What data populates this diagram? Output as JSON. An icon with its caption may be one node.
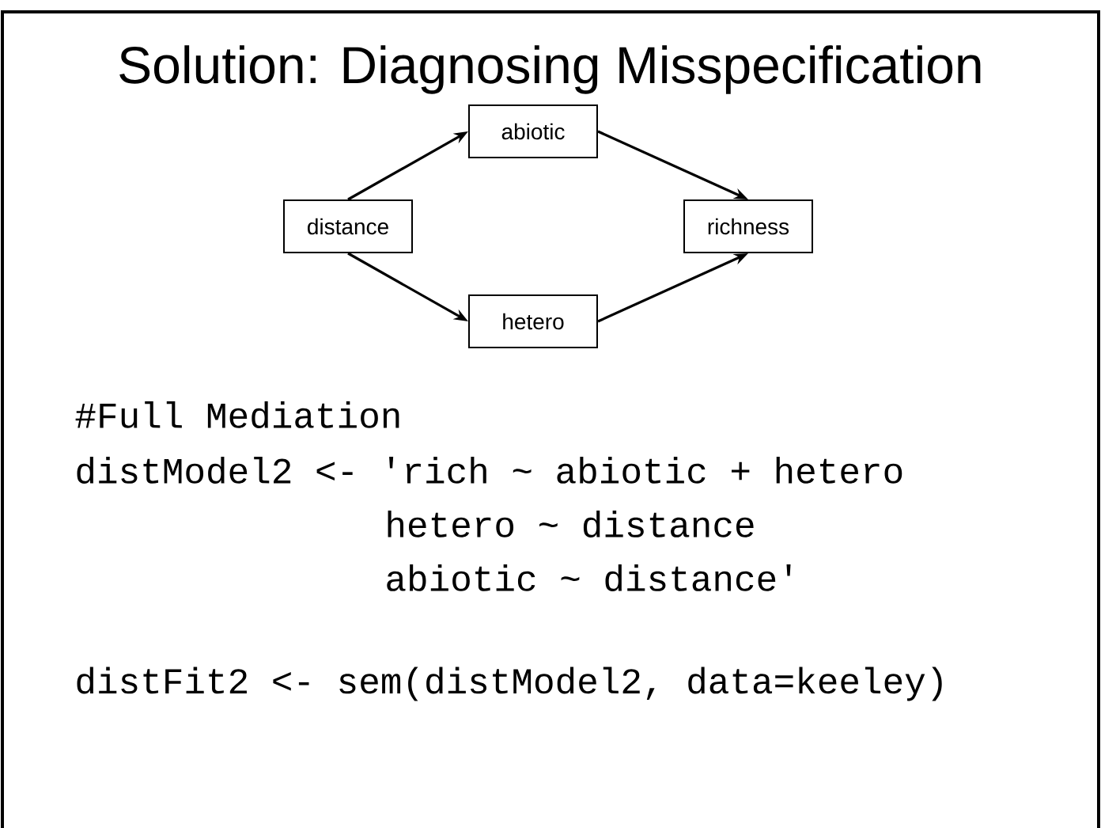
{
  "diagram": {
    "title": "Solution: Diagnosing Misspecification",
    "nodes": [
      {
        "text": [
          "abiotic"
        ]
      },
      {
        "text": [
          "distance"
        ]
      },
      {
        "text": [
          "richness"
        ]
      },
      {
        "text": [
          "hetero"
        ]
      }
    ],
    "edges": [
      {
        "from": 1,
        "to": 0,
        "arrow": "to"
      },
      {
        "from": 0,
        "to": 2,
        "arrow": "to"
      },
      {
        "from": 1,
        "to": 3,
        "arrow": "to"
      },
      {
        "from": 3,
        "to": 2,
        "arrow": "to"
      }
    ],
    "labels": [
      "#Full Mediation",
      "distModel2 <- 'rich ~ abiotic + hetero",
      "hetero ~ distance",
      "abiotic ~ distance'",
      "distFit2 <- sem(distModel2, data=keeley)"
    ]
  }
}
